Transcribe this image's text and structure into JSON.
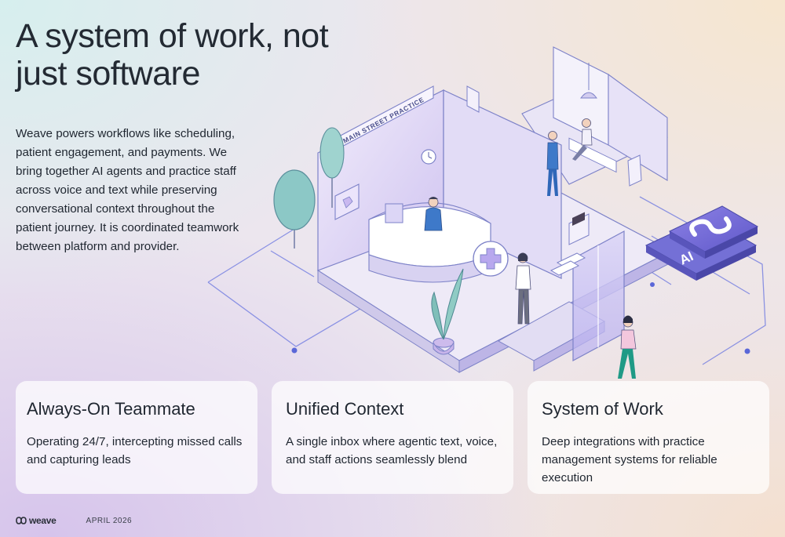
{
  "header": {
    "title": "A system of work, not just software",
    "lead": "Weave powers workflows like scheduling, patient engagement, and payments. We bring together AI agents and practice staff across voice and text while preserving conversational context throughout the patient journey. It is coordinated teamwork between platform and provider."
  },
  "illustration": {
    "sign_text": "MAIN STREET PRACTICE",
    "ai_badge_text": "AI"
  },
  "cards": [
    {
      "title": "Always-On Teammate",
      "body": "Operating 24/7, intercepting missed calls and capturing leads"
    },
    {
      "title": "Unified Context",
      "body": "A single inbox where agentic text, voice, and staff actions seamlessly blend"
    },
    {
      "title": "System of Work",
      "body": "Deep integrations with practice management systems for reliable execution"
    }
  ],
  "footer": {
    "brand": "weave",
    "date": "APRIL 2026"
  },
  "colors": {
    "accent_purple": "#7f6fd6",
    "line_blue": "#6a76e0",
    "text_dark": "#1f2630"
  }
}
